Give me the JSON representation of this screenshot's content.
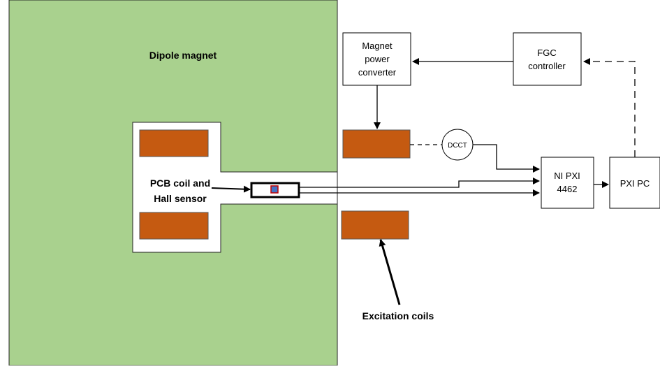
{
  "diagram": {
    "magnet_title": "Dipole magnet",
    "sensor_label": [
      "PCB coil and",
      "Hall sensor"
    ],
    "coils_label": "Excitation coils",
    "dcct_label": "DCCT",
    "blocks": {
      "power_converter": [
        "Magnet",
        "power",
        "converter"
      ],
      "fgc": [
        "FGC",
        "controller"
      ],
      "daq": [
        "NI PXI",
        "4462"
      ],
      "pc": [
        "PXI PC"
      ]
    },
    "colors": {
      "magnet_fill": "#a9d18e",
      "coil_fill": "#c55a11",
      "sensor_fill": "#4472c4",
      "sensor_border": "#c00000"
    }
  }
}
